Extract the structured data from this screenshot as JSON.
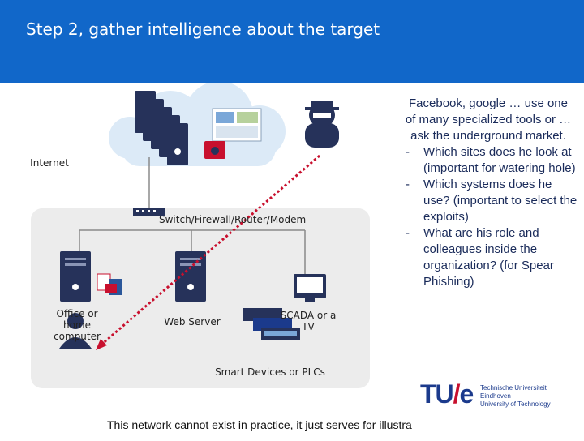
{
  "header": {
    "title": "Step 2, gather intelligence about the target",
    "background": "#1167c9"
  },
  "diagram": {
    "internet_label": "Internet",
    "switch_label": "Switch/Firewall/Router/Modem",
    "office_label": "Office or home computer",
    "webserver_label": "Web Server",
    "scada_label": "SCADA or a TV",
    "smart_devices_label": "Smart Devices or PLCs",
    "icons": [
      "cloud-icon",
      "server-icon",
      "dashboard-icon",
      "firewall-icon",
      "hacker-icon",
      "switch-icon",
      "document-icons",
      "monitor-icon",
      "plc-icon",
      "user-icon"
    ],
    "attack_path_color": "#c8102e"
  },
  "text": {
    "intro": "Facebook, google … use one of many specialized tools or … ask the underground market.",
    "bullets": [
      "Which sites does he look at (important for watering hole)",
      "Which systems does he use? (important to select the exploits)",
      "What are his role and colleagues inside the organization? (for Spear Phishing)"
    ],
    "bullet_marker": "-"
  },
  "logo": {
    "mark_left": "TU",
    "mark_slash": "/",
    "mark_right": "e",
    "line1": "Technische Universiteit",
    "line2": "Eindhoven",
    "line3": "University of Technology"
  },
  "footer": {
    "text": "This network cannot exist in practice, it just serves for illustra"
  }
}
